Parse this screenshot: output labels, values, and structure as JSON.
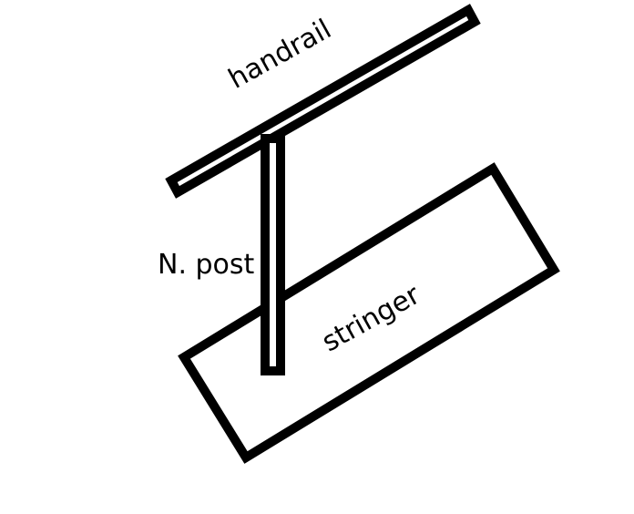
{
  "labels": {
    "handrail": "handrail",
    "post": "N. post",
    "stringer": "stringer"
  },
  "colors": {
    "stroke": "#000000",
    "background": "#ffffff"
  }
}
